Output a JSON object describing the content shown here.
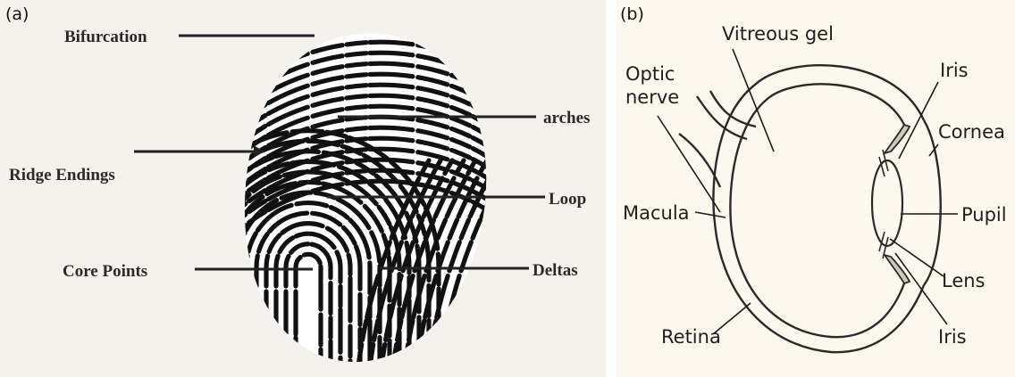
{
  "panel_a": {
    "tag": "(a)",
    "labels": {
      "bifurcation": "Bifurcation",
      "arches": "arches",
      "ridge_endings": "Ridge Endings",
      "loop": "Loop",
      "core_points": "Core Points",
      "deltas": "Deltas"
    }
  },
  "panel_b": {
    "tag": "(b)",
    "labels": {
      "vitreous_gel": "Vitreous gel",
      "optic_line1": "Optic",
      "optic_line2": "nerve",
      "iris_top": "Iris",
      "cornea": "Cornea",
      "macula": "Macula",
      "pupil": "Pupil",
      "lens": "Lens",
      "iris_bottom": "Iris",
      "retina": "Retina"
    }
  },
  "colors": {
    "panel_a_bg": "#f5f2ee",
    "panel_b_bg": "#fdf8ee",
    "ridge": "#111111",
    "eye_line": "#2a2a2a"
  }
}
